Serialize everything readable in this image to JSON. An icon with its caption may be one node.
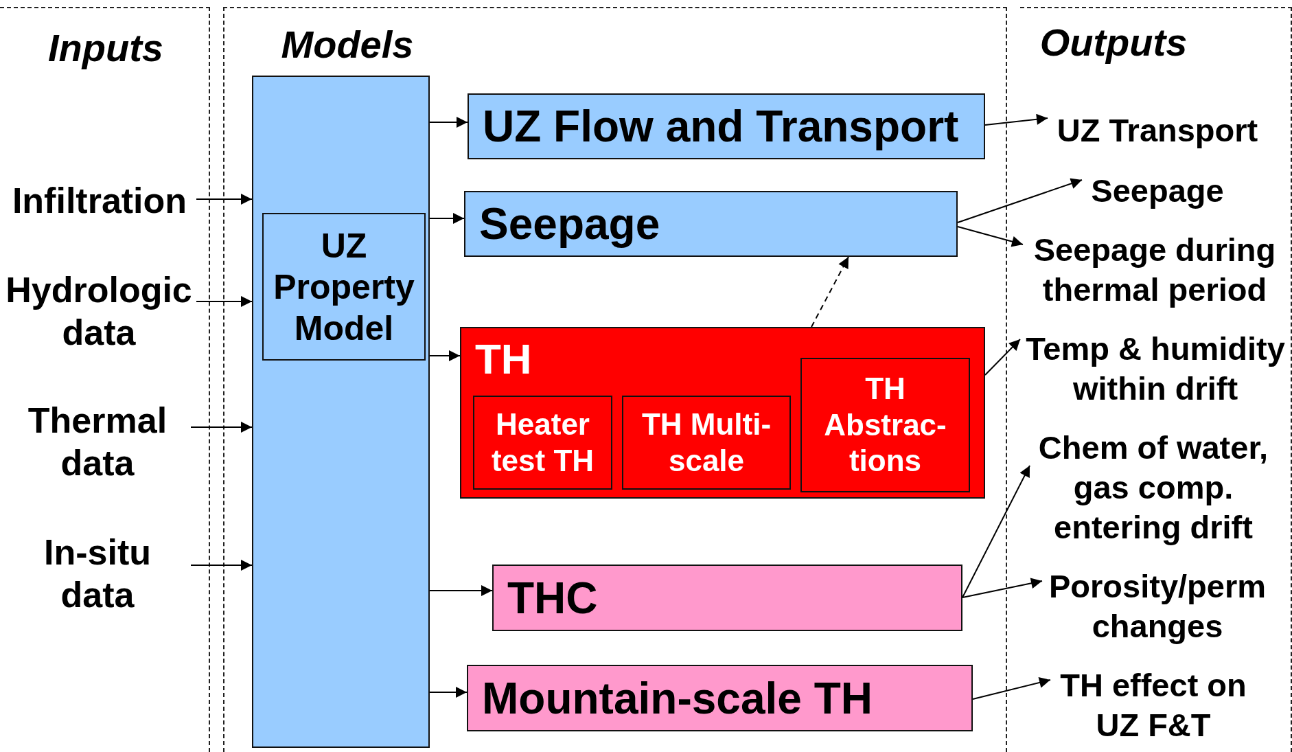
{
  "diagram": {
    "nodes": [
      {
        "text": [
          "Inputs"
        ]
      },
      {
        "text": [
          "Models"
        ]
      },
      {
        "text": [
          "Outputs"
        ]
      },
      {
        "text": [
          "Infiltration"
        ],
        "in": 0
      },
      {
        "text": [
          "Hydrologic data"
        ],
        "in": 0
      },
      {
        "text": [
          "Thermal data"
        ],
        "in": 0
      },
      {
        "text": [
          "In-situ data"
        ],
        "in": 0
      },
      {
        "text": [],
        "shape": "box",
        "in": 1
      },
      {
        "text": [
          "UZ Property Model"
        ],
        "in": 7
      },
      {
        "text": [
          "UZ Flow and Transport"
        ],
        "in": 1
      },
      {
        "text": [
          "Seepage"
        ],
        "in": 1
      },
      {
        "text": [
          "TH"
        ],
        "in": 1
      },
      {
        "text": [
          "Heater test TH"
        ],
        "in": 11
      },
      {
        "text": [
          "TH Multi-scale"
        ],
        "in": 11
      },
      {
        "text": [
          "TH Abstrac-tions"
        ],
        "in": 11
      },
      {
        "text": [
          "THC"
        ],
        "in": 1
      },
      {
        "text": [
          "Mountain-scale TH"
        ],
        "in": 1
      },
      {
        "text": [
          "UZ Transport"
        ],
        "in": 2
      },
      {
        "text": [
          "Seepage"
        ],
        "in": 2
      },
      {
        "text": [
          "Seepage during thermal period"
        ],
        "in": 2
      },
      {
        "text": [
          "Temp & humidity within drift"
        ],
        "in": 2
      },
      {
        "text": [
          "Chem of water, gas comp. entering drift"
        ],
        "in": 2
      },
      {
        "text": [
          "Porosity/perm changes"
        ],
        "in": 2
      },
      {
        "text": [
          "TH effect on UZ F&T"
        ],
        "in": 2
      }
    ],
    "edges": [
      {
        "from": 3,
        "to": 7,
        "arrow": "to"
      },
      {
        "from": 4,
        "to": 7,
        "arrow": "to"
      },
      {
        "from": 5,
        "to": 7,
        "arrow": "to"
      },
      {
        "from": 6,
        "to": 7,
        "arrow": "to"
      },
      {
        "from": 7,
        "to": 9,
        "arrow": "to"
      },
      {
        "from": 7,
        "to": 10,
        "arrow": "to"
      },
      {
        "from": 7,
        "to": 11,
        "arrow": "to"
      },
      {
        "from": 7,
        "to": 15,
        "arrow": "to"
      },
      {
        "from": 7,
        "to": 16,
        "arrow": "to"
      },
      {
        "from": 11,
        "to": 10,
        "arrow": "to",
        "style": "dashed"
      },
      {
        "from": 9,
        "to": 17,
        "arrow": "to"
      },
      {
        "from": 10,
        "to": 18,
        "arrow": "to"
      },
      {
        "from": 10,
        "to": 19,
        "arrow": "to"
      },
      {
        "from": 11,
        "to": 20,
        "arrow": "to"
      },
      {
        "from": 15,
        "to": 21,
        "arrow": "to"
      },
      {
        "from": 15,
        "to": 22,
        "arrow": "to"
      },
      {
        "from": 16,
        "to": 23,
        "arrow": "to"
      }
    ]
  }
}
